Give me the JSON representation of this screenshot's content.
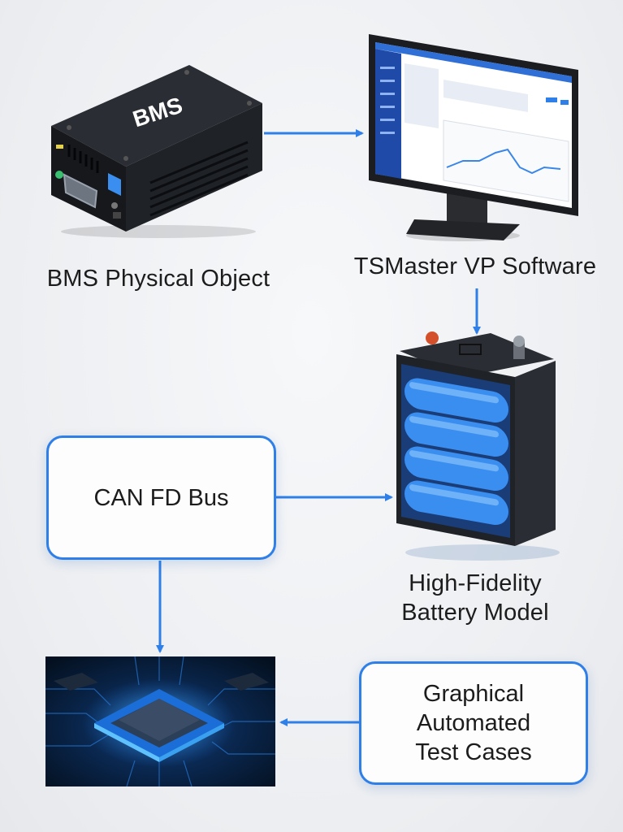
{
  "nodes": {
    "bms": {
      "caption": "BMS Physical Object",
      "device_text": "BMS"
    },
    "tsmaster": {
      "caption": "TSMaster VP Software"
    },
    "battery": {
      "caption_line1": "High-Fidelity",
      "caption_line2": "Battery Model"
    },
    "canfd": {
      "label": "CAN FD Bus"
    },
    "tests": {
      "line1": "Graphical",
      "line2": "Automated",
      "line3": "Test Cases"
    }
  },
  "colors": {
    "accent": "#2f7fe8",
    "device_dark": "#1d1f23",
    "battery_blue": "#3a8ef0",
    "chip_glow": "#35a8ff"
  },
  "icons": [
    "bms-device-icon",
    "monitor-icon",
    "battery-pack-icon",
    "processor-chip-icon"
  ]
}
